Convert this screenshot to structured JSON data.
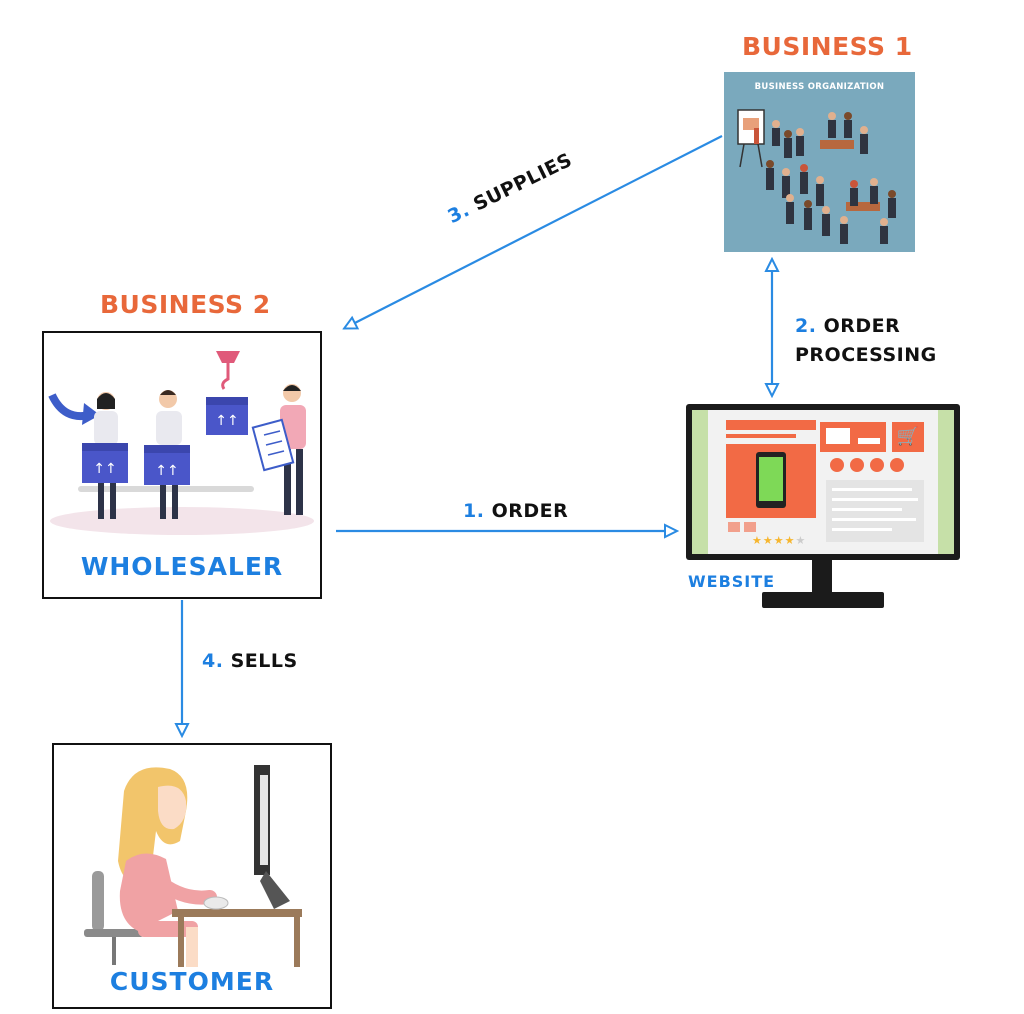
{
  "colors": {
    "heading": "#e8683a",
    "accent_blue": "#1d7fe0",
    "arrow": "#2a8be3",
    "biz_bg": "#7aa9bd",
    "screen_green": "#c6e0a8",
    "screen_orange": "#f26a45"
  },
  "business1": {
    "heading": "BUSINESS 1",
    "image_caption": "BUSINESS ORGANIZATION"
  },
  "business2": {
    "heading": "BUSINESS 2",
    "caption": "WHOLESALER"
  },
  "website": {
    "caption": "WEBSITE"
  },
  "customer": {
    "caption": "CUSTOMER"
  },
  "edges": {
    "order": {
      "num": "1.",
      "text": "ORDER"
    },
    "order_processing": {
      "num": "2.",
      "text_line1": "ORDER",
      "text_line2": "PROCESSING"
    },
    "supplies": {
      "num": "3.",
      "text": "SUPPLIES"
    },
    "sells": {
      "num": "4.",
      "text": "SELLS"
    }
  }
}
